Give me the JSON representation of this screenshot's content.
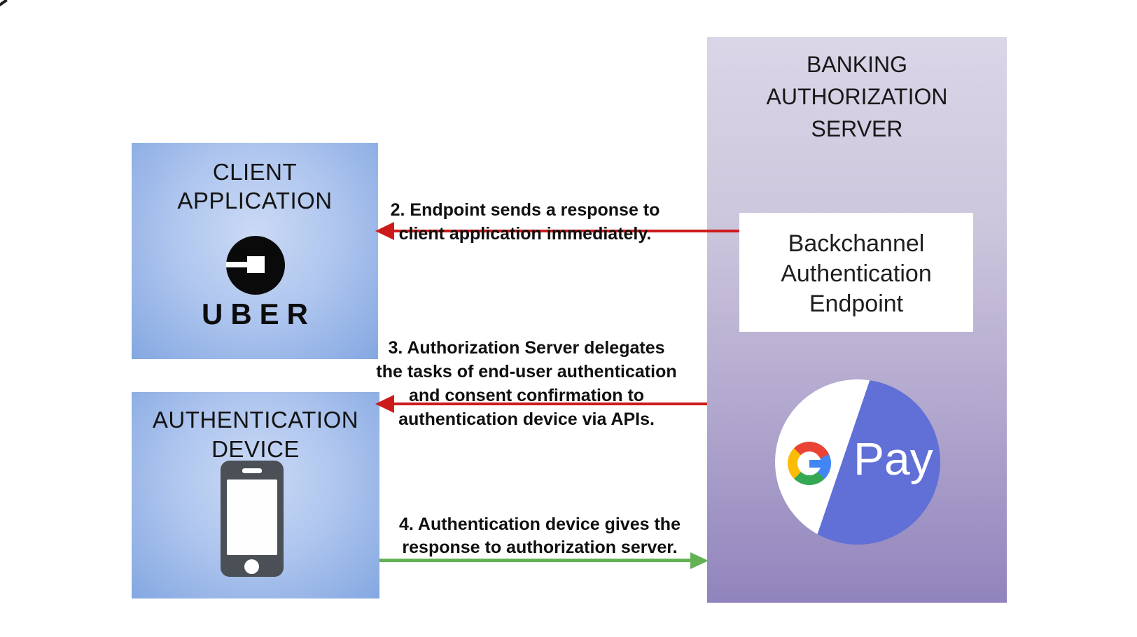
{
  "diagram": {
    "client_box": {
      "title": "CLIENT\nAPPLICATION",
      "logo_word": "UBER",
      "logo_icon": "uber-logo-icon"
    },
    "auth_device_box": {
      "title": "AUTHENTICATION\nDEVICE",
      "icon": "smartphone-icon"
    },
    "server_box": {
      "title": "BANKING\nAUTHORIZATION\nSERVER",
      "endpoint_box": {
        "label": "Backchannel\nAuthentication\nEndpoint"
      },
      "gpay_logo": {
        "icon": "google-pay-logo",
        "g_icon": "google-g-icon",
        "pay_text": "Pay"
      }
    },
    "arrows": [
      {
        "id": "step2",
        "label": "2. Endpoint sends a response to\nclient application immediately.",
        "direction": "left",
        "from": "backchannel-authentication-endpoint",
        "to": "client-application",
        "color": "#cc1b1b"
      },
      {
        "id": "step3",
        "label": "3. Authorization Server delegates\nthe tasks of end-user authentication\nand consent confirmation to\nauthentication device via APIs.",
        "direction": "left",
        "from": "banking-authorization-server",
        "to": "authentication-device",
        "color": "#cc1b1b"
      },
      {
        "id": "step4",
        "label": "4. Authentication device gives the\nresponse to authorization server.",
        "direction": "right",
        "from": "authentication-device",
        "to": "banking-authorization-server",
        "color": "#62b254"
      }
    ],
    "colors": {
      "red_arrow": "#cc1b1b",
      "green_arrow": "#62b254",
      "gpay_blue": "#6170d6",
      "google_blue": "#4285f4",
      "google_red": "#ea4335",
      "google_yellow": "#fbbc05",
      "google_green": "#34a853",
      "panel_purple_top": "#dad5e7",
      "panel_purple_bottom": "#9184bd",
      "box_blue": "#9bb8e9"
    }
  }
}
